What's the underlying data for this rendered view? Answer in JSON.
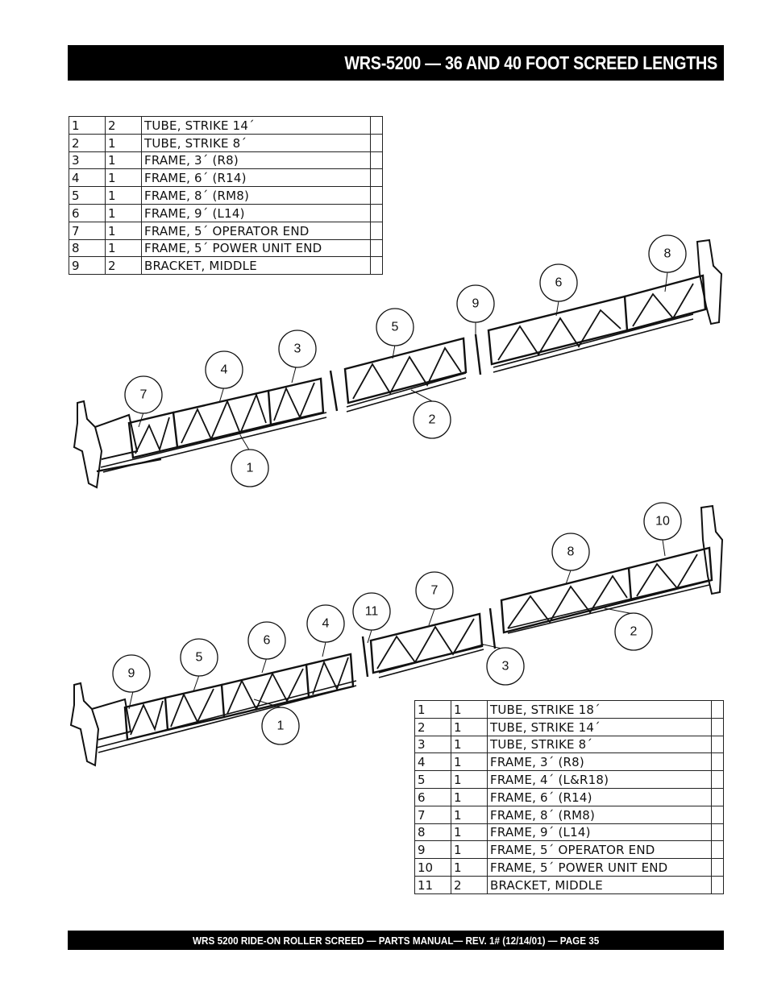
{
  "header": {
    "title": "WRS-5200 —  36 AND 40 FOOT SCREED LENGTHS"
  },
  "footer": {
    "text": "WRS 5200 RIDE-ON ROLLER SCREED — PARTS  MANUAL— REV. 1#  (12/14/01) — PAGE 35"
  },
  "table_36ft": {
    "rows": [
      {
        "no": "1",
        "qty": "2",
        "desc": "TUBE, STRIKE 14´"
      },
      {
        "no": "2",
        "qty": "1",
        "desc": "TUBE, STRIKE 8´"
      },
      {
        "no": "3",
        "qty": "1",
        "desc": "FRAME, 3´ (R8)"
      },
      {
        "no": "4",
        "qty": "1",
        "desc": "FRAME, 6´ (R14)"
      },
      {
        "no": "5",
        "qty": "1",
        "desc": "FRAME, 8´ (RM8)"
      },
      {
        "no": "6",
        "qty": "1",
        "desc": "FRAME, 9´ (L14)"
      },
      {
        "no": "7",
        "qty": "1",
        "desc": "FRAME, 5´ OPERATOR END"
      },
      {
        "no": "8",
        "qty": "1",
        "desc": "FRAME, 5´ POWER UNIT END"
      },
      {
        "no": "9",
        "qty": "2",
        "desc": "BRACKET, MIDDLE"
      }
    ]
  },
  "table_40ft": {
    "rows": [
      {
        "no": "1",
        "qty": "1",
        "desc": "TUBE, STRIKE 18´"
      },
      {
        "no": "2",
        "qty": "1",
        "desc": "TUBE, STRIKE 14´"
      },
      {
        "no": "3",
        "qty": "1",
        "desc": "TUBE, STRIKE 8´"
      },
      {
        "no": "4",
        "qty": "1",
        "desc": "FRAME, 3´ (R8)"
      },
      {
        "no": "5",
        "qty": "1",
        "desc": "FRAME, 4´ (L&R18)"
      },
      {
        "no": "6",
        "qty": "1",
        "desc": "FRAME, 6´ (R14)"
      },
      {
        "no": "7",
        "qty": "1",
        "desc": "FRAME, 8´ (RM8)"
      },
      {
        "no": "8",
        "qty": "1",
        "desc": "FRAME, 9´ (L14)"
      },
      {
        "no": "9",
        "qty": "1",
        "desc": "FRAME, 5´ OPERATOR END"
      },
      {
        "no": "10",
        "qty": "1",
        "desc": "FRAME, 5´ POWER UNIT END"
      },
      {
        "no": "11",
        "qty": "2",
        "desc": "BRACKET, MIDDLE"
      }
    ]
  },
  "diagram_36ft": {
    "callouts": [
      "1",
      "2",
      "3",
      "4",
      "5",
      "6",
      "7",
      "8",
      "9"
    ]
  },
  "diagram_40ft": {
    "callouts": [
      "1",
      "2",
      "3",
      "4",
      "5",
      "6",
      "7",
      "8",
      "9",
      "10",
      "11"
    ]
  }
}
